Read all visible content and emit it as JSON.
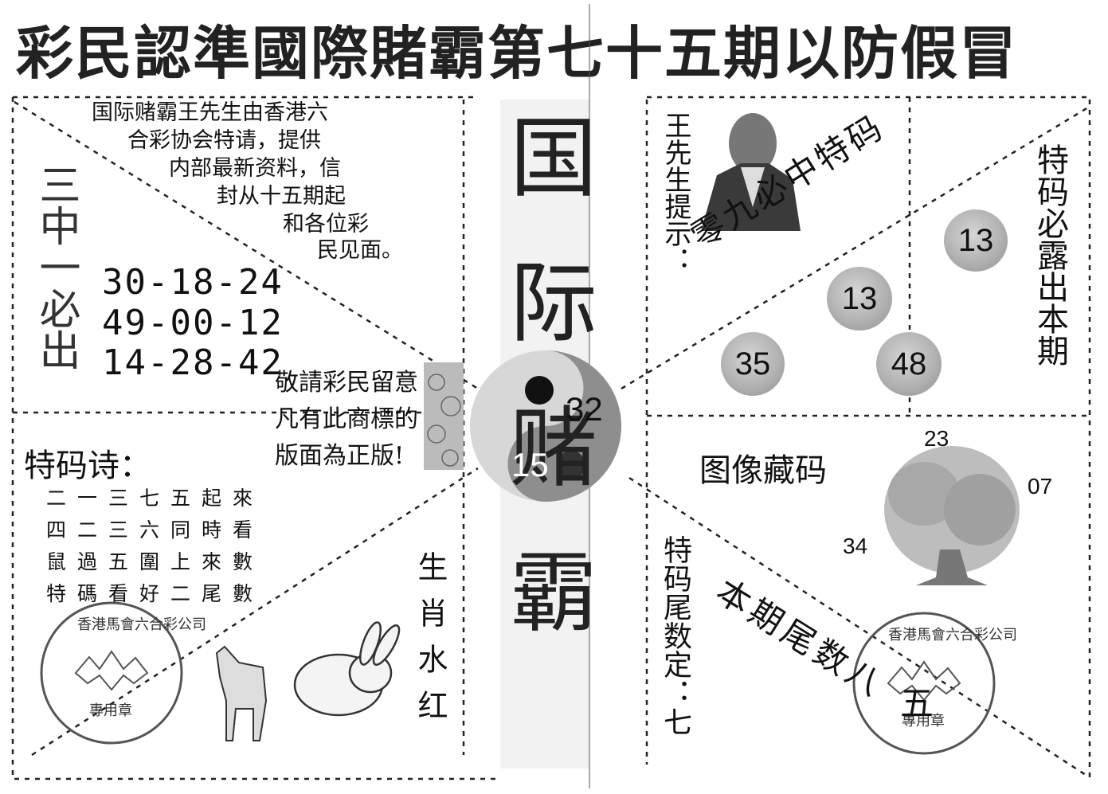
{
  "header": {
    "title": "彩民認準國際賭霸第七十五期以防假冒"
  },
  "intro": {
    "lines": [
      "国际赌霸王先生由香港六",
      "合彩协会特请，提供",
      "内部最新资料，信",
      "封从十五期起",
      "和各位彩",
      "民见面。"
    ]
  },
  "left": {
    "vertical_label": "三中一必出",
    "number_rows": [
      "30-18-24",
      "49-00-12",
      "14-28-42"
    ]
  },
  "notice": {
    "lines": [
      "敬請彩民留意",
      "凡有此商標的",
      "版面為正版!"
    ]
  },
  "poem": {
    "title": "特码诗：",
    "lines": [
      "二一三七五起來",
      "四二三六同時看",
      "鼠過五圍上來數",
      "特碼看好二尾數"
    ]
  },
  "zodiac": {
    "label": "生肖水红"
  },
  "center": {
    "title": "国际赌霸",
    "yinyang_numbers": [
      "32",
      "15"
    ]
  },
  "hint": {
    "label": "王先生提示："
  },
  "special": {
    "diagonal": "零九必中特码",
    "side_label": "特码必露出本期",
    "balls": [
      "13",
      "13",
      "35",
      "48"
    ]
  },
  "image_code": {
    "label": "图像藏码",
    "numbers": [
      "23",
      "07",
      "34"
    ]
  },
  "tail": {
    "label": "特码尾数定：七",
    "diagonal": "本期尾数八",
    "diagonal_tail": "五"
  },
  "stamp": {
    "ring_text": "香港馬會六合彩公司",
    "center_text": "專用章"
  }
}
